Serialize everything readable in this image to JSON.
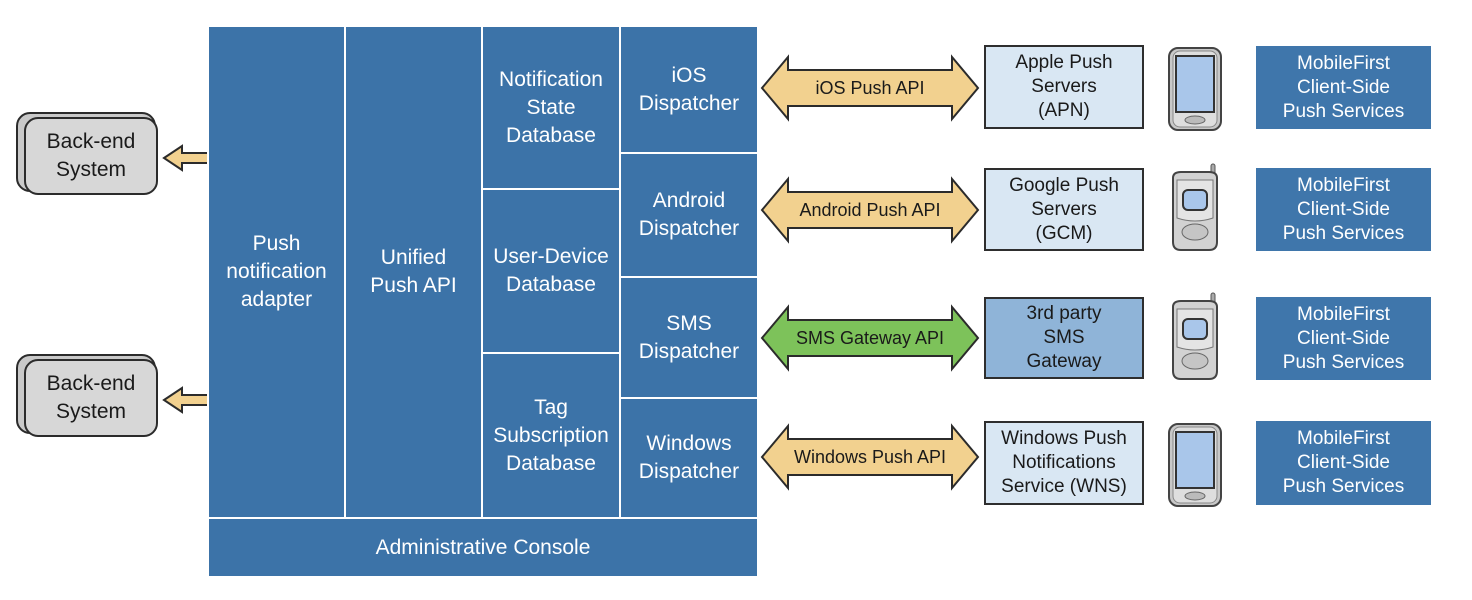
{
  "backend": [
    {
      "label": "Back-end\nSystem"
    },
    {
      "label": "Back-end\nSystem"
    }
  ],
  "core": {
    "adapter": "Push\nnotification\nadapter",
    "unified": "Unified\nPush API",
    "db_notification": "Notification\nState\nDatabase",
    "db_user_device": "User-Device\nDatabase",
    "db_tag": "Tag\nSubscription\nDatabase",
    "console": "Administrative Console"
  },
  "dispatchers": [
    {
      "label": "iOS\nDispatcher"
    },
    {
      "label": "Android\nDispatcher"
    },
    {
      "label": "SMS\nDispatcher"
    },
    {
      "label": "Windows\nDispatcher"
    }
  ],
  "apis": [
    {
      "label": "iOS Push API",
      "color": "#f2d18f"
    },
    {
      "label": "Android Push API",
      "color": "#f2d18f"
    },
    {
      "label": "SMS Gateway API",
      "color": "#7dc25a"
    },
    {
      "label": "Windows Push API",
      "color": "#f2d18f"
    }
  ],
  "servers": [
    {
      "label": "Apple Push\nServers\n(APN)",
      "color": "#d9e7f3"
    },
    {
      "label": "Google Push\nServers\n(GCM)",
      "color": "#d9e7f3"
    },
    {
      "label": "3rd party\nSMS\nGateway",
      "color": "#8fb4d8"
    },
    {
      "label": "Windows Push\nNotifications\nService (WNS)",
      "color": "#d9e7f3"
    }
  ],
  "devices": [
    {
      "icon": "smartphone-icon"
    },
    {
      "icon": "flip-phone-icon"
    },
    {
      "icon": "flip-phone-icon"
    },
    {
      "icon": "smartphone-icon"
    }
  ],
  "clients": [
    {
      "label": "MobileFirst\nClient-Side\nPush Services"
    },
    {
      "label": "MobileFirst\nClient-Side\nPush Services"
    },
    {
      "label": "MobileFirst\nClient-Side\nPush Services"
    },
    {
      "label": "MobileFirst\nClient-Side\nPush Services"
    }
  ],
  "colors": {
    "panel": "#3c73a8",
    "arrow_small": "#f2d18f"
  }
}
